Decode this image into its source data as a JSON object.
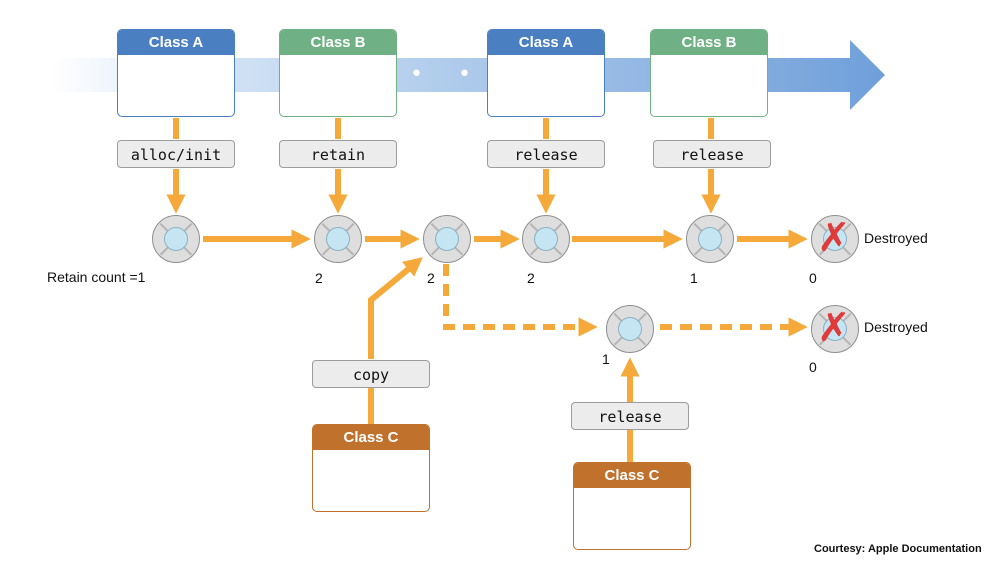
{
  "timeline": {
    "dots": "• • •"
  },
  "classes": [
    {
      "label": "Class A"
    },
    {
      "label": "Class B"
    },
    {
      "label": "Class A"
    },
    {
      "label": "Class B"
    },
    {
      "label": "Class C"
    },
    {
      "label": "Class C"
    }
  ],
  "messages": [
    {
      "label": "alloc/init"
    },
    {
      "label": "retain"
    },
    {
      "label": "release"
    },
    {
      "label": "release"
    },
    {
      "label": "copy"
    },
    {
      "label": "release"
    }
  ],
  "counts": {
    "first": "Retain count =1",
    "n2": "2",
    "n3": "2",
    "n4": "2",
    "n5": "1",
    "n6": "0",
    "branch_node": "1",
    "branch_end": "0"
  },
  "destroyed": {
    "main": "Destroyed",
    "branch": "Destroyed"
  },
  "cross_glyph": "✗",
  "colors": {
    "arrow": "#f5a93a",
    "class_a": "#4a7fc1",
    "class_b": "#6fb184",
    "class_c": "#c0712c",
    "cross": "#e03b3b",
    "node_inner": "#c6e5f3"
  },
  "courtesy": "Courtesy: Apple Documentation"
}
